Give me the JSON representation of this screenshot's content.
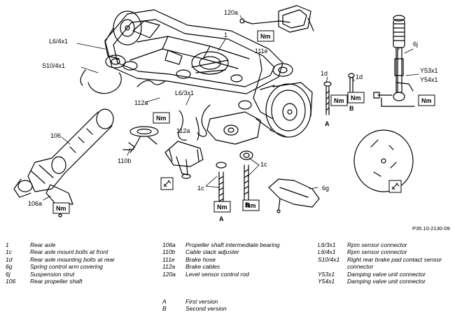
{
  "figure_code": "P35.10-2130-09",
  "callouts": {
    "c1": "1",
    "c120a": "120a",
    "c111e": "111e",
    "c6j": "6j",
    "cY53": "Y53x1",
    "cY54": "Y54x1",
    "cL64": "L6/4x1",
    "cS104": "S10/4x1",
    "c112a_a": "112a",
    "c112a_b": "112a",
    "cL63": "L6/3x1",
    "c106": "106",
    "c110b": "110b",
    "c106a": "106a",
    "c1d_a": "1d",
    "c1d_b": "1d",
    "c1c_a": "1c",
    "c1c_b": "1c",
    "c6g": "6g",
    "cA1": "A",
    "cB1": "B",
    "cA2": "A",
    "cB2": "B"
  },
  "torque_symbol": "Nm",
  "legend": {
    "col1": [
      {
        "key": "1",
        "label": "Rear axle"
      },
      {
        "key": "1c",
        "label": "Rear axle mount bolts at front"
      },
      {
        "key": "1d",
        "label": "Rear axle mounting bolts at rear"
      },
      {
        "key": "6g",
        "label": "Spring control arm covering"
      },
      {
        "key": "6j",
        "label": "Suspension strut"
      },
      {
        "key": "106",
        "label": "Rear propeller shaft"
      }
    ],
    "col2": [
      {
        "key": "106a",
        "label": "Propeller shaft intermediate bearing"
      },
      {
        "key": "110b",
        "label": "Cable slack adjuster"
      },
      {
        "key": "111e",
        "label": "Brake hose"
      },
      {
        "key": "112a",
        "label": "Brake cables"
      },
      {
        "key": "120a",
        "label": "Level sensor control rod"
      }
    ],
    "col3": [
      {
        "key": "L6/3x1",
        "label": "Rpm sensor connector"
      },
      {
        "key": "L6/4x1",
        "label": "Rpm sensor connector"
      },
      {
        "key": "S10/4x1",
        "label": "Right rear brake pad contact sensor connector"
      },
      {
        "key": "Y53x1",
        "label": "Damping valve unit connector"
      },
      {
        "key": "Y54x1",
        "label": "Damping valve unit connector"
      }
    ],
    "versions": [
      {
        "key": "A",
        "label": "First version"
      },
      {
        "key": "B",
        "label": "Second version"
      }
    ]
  }
}
